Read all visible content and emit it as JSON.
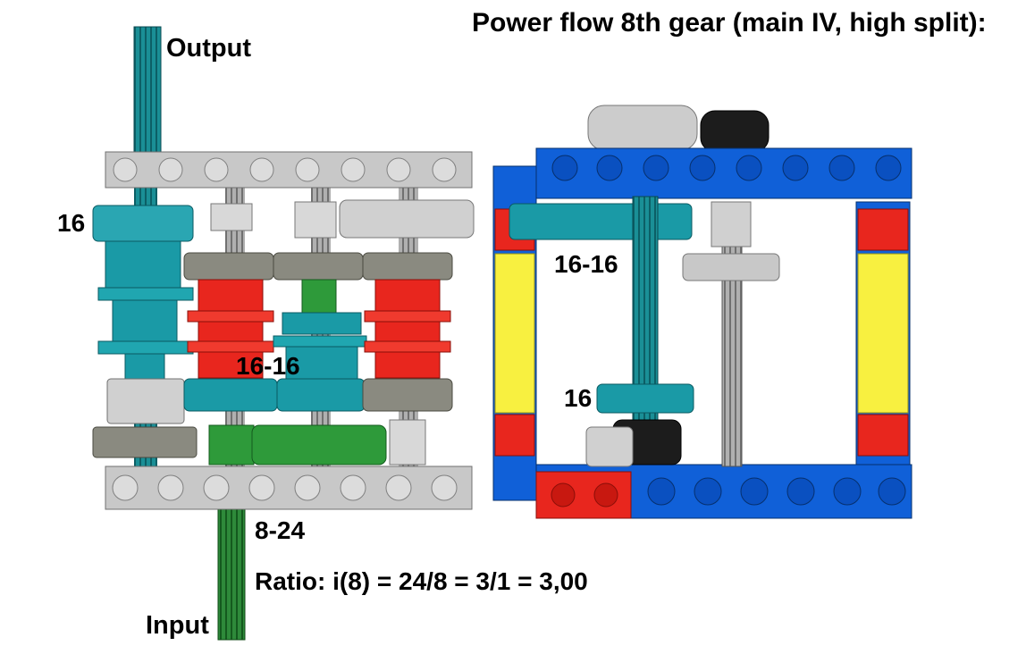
{
  "title": "Power flow 8th gear (main IV, high split):",
  "labels": {
    "output": "Output",
    "input": "Input",
    "gear_16_left": "16",
    "gear_16_16_left": "16-16",
    "gear_8_24": "8-24",
    "ratio": "Ratio: i(8) = 24/8 = 3/1 = 3,00",
    "gear_16_16_right": "16-16",
    "gear_16_right": "16"
  },
  "colors": {
    "light_gray": "#c8c8c8",
    "dark_gray": "#8a8a80",
    "teal": "#1a9aa6",
    "red": "#e8261e",
    "green": "#2e9a3a",
    "blue": "#1060d8",
    "yellow": "#f8f040",
    "black": "#1c1c1c"
  }
}
